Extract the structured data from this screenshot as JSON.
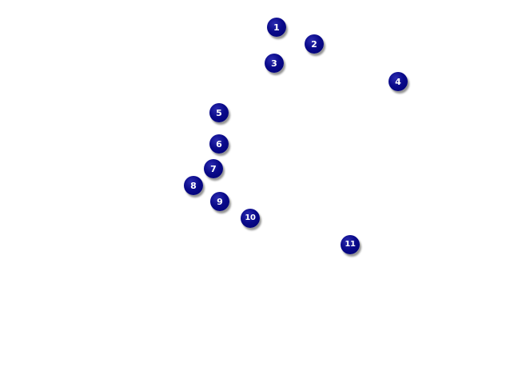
{
  "markers": [
    {
      "label": "1"
    },
    {
      "label": "2"
    },
    {
      "label": "3"
    },
    {
      "label": "4"
    },
    {
      "label": "5"
    },
    {
      "label": "6"
    },
    {
      "label": "7"
    },
    {
      "label": "8"
    },
    {
      "label": "9"
    },
    {
      "label": "10"
    },
    {
      "label": "11"
    }
  ],
  "colors": {
    "marker_fill": "#000080",
    "marker_text": "#ffffff",
    "background": "#ffffff"
  }
}
